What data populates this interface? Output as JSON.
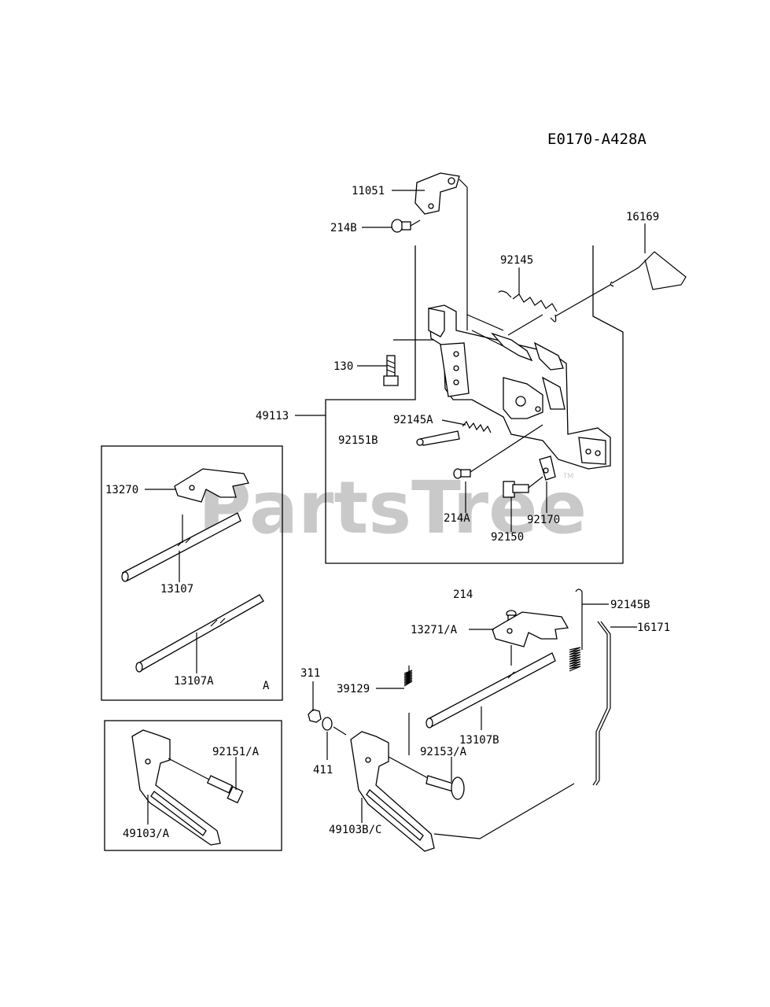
{
  "diagram": {
    "code": "E0170-A428A",
    "watermark": "PartsTree",
    "watermark_tm": "TM",
    "inset_label": "A",
    "parts": {
      "p11051": "11051",
      "p214B": "214B",
      "p16169": "16169",
      "p92145": "92145",
      "p130": "130",
      "p49113": "49113",
      "p92145A": "92145A",
      "p92151B": "92151B",
      "p214A": "214A",
      "p92170": "92170",
      "p92150": "92150",
      "p13270": "13270",
      "p13107": "13107",
      "p13107A": "13107A",
      "p214": "214",
      "p92145B": "92145B",
      "p13271A": "13271/A",
      "p16171": "16171",
      "p311": "311",
      "p39129": "39129",
      "p13107B": "13107B",
      "p92153A": "92153/A",
      "p411": "411",
      "p92151A": "92151/A",
      "p49103A": "49103/A",
      "p49103BC": "49103B/C"
    }
  }
}
